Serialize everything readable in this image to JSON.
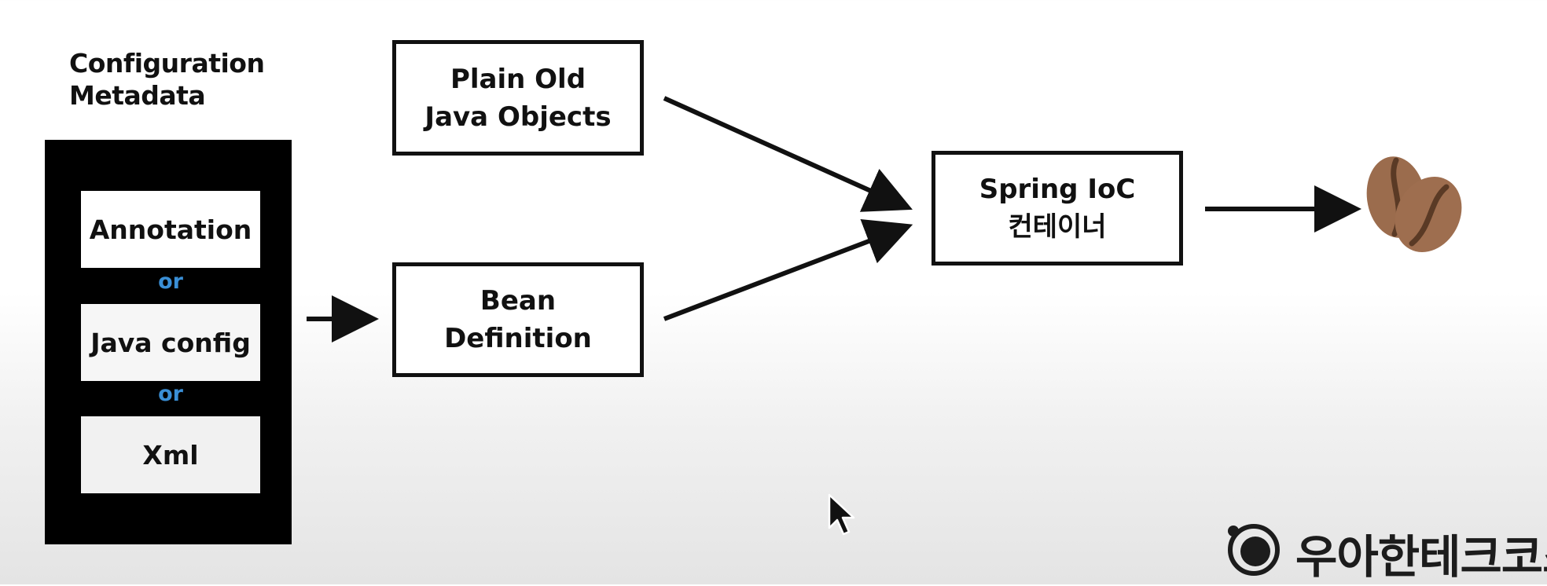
{
  "config": {
    "title_line1": "Configuration",
    "title_line2": "Metadata",
    "options": [
      "Annotation",
      "Java config",
      "Xml"
    ],
    "separator": "or"
  },
  "pojo": {
    "line1": "Plain Old",
    "line2": "Java Objects"
  },
  "bean": {
    "line1": "Bean",
    "line2": "Definition"
  },
  "ioc": {
    "line1": "Spring IoC",
    "line2": "컨테이너"
  },
  "output": {
    "icon": "coffee-beans-icon"
  },
  "watermark": {
    "text": "우아한테크코스"
  },
  "colors": {
    "or_text": "#3a8fd6",
    "box_border": "#111111",
    "bean_brown": "#9b6c4d"
  }
}
